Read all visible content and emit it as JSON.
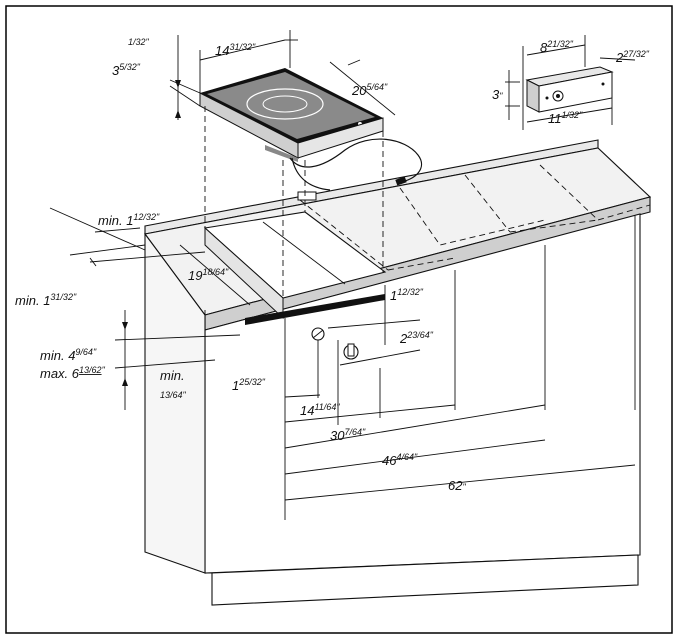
{
  "dimensions": {
    "cooktop_width": {
      "whole": "14",
      "frac": "31/32",
      "unit": "\""
    },
    "cooktop_depth": {
      "whole": "20",
      "frac": "5/64",
      "unit": "\""
    },
    "cooktop_height": {
      "whole": "3",
      "frac": "5/32",
      "unit": "\""
    },
    "cooktop_glass": {
      "whole": "",
      "frac": "1/32",
      "unit": "\""
    },
    "box_width": {
      "whole": "8",
      "frac": "21/32",
      "unit": "\""
    },
    "box_depth": {
      "whole": "2",
      "frac": "27/32",
      "unit": "\""
    },
    "box_height": {
      "whole": "3",
      "frac": "",
      "unit": "\""
    },
    "box_length": {
      "whole": "11",
      "frac": "1/32",
      "unit": "\""
    },
    "edge_min": {
      "prefix": "min.",
      "whole": "1",
      "frac": "12/32",
      "unit": "\""
    },
    "side_min": {
      "prefix": "min.",
      "whole": "1",
      "frac": "31/32",
      "unit": "\""
    },
    "cutout_depth": {
      "whole": "19",
      "frac": "18/64",
      "unit": "\""
    },
    "depth_min": {
      "prefix": "min.",
      "whole": "4",
      "frac": "9/64",
      "unit": "\""
    },
    "depth_max": {
      "prefix": "max.",
      "whole": "6",
      "frac": "13/62",
      "unit": "\""
    },
    "bezel_min": {
      "prefix": "min.",
      "whole": "",
      "frac": "13/64",
      "unit": "\""
    },
    "knob_offset_a": {
      "whole": "1",
      "frac": "12/32",
      "unit": "\""
    },
    "knob_offset_b": {
      "whole": "2",
      "frac": "23/64",
      "unit": "\""
    },
    "knob_left": {
      "whole": "1",
      "frac": "25/32",
      "unit": "\""
    },
    "span_1": {
      "whole": "14",
      "frac": "11/64",
      "unit": "\""
    },
    "span_2": {
      "whole": "30",
      "frac": "7/64",
      "unit": "\""
    },
    "span_3": {
      "whole": "46",
      "frac": "4/64",
      "unit": "\""
    },
    "span_4": {
      "whole": "62",
      "frac": "",
      "unit": "\""
    }
  },
  "colors": {
    "line": "#111111",
    "fill_light": "#e9e9e9",
    "fill_mid": "#d0d0d0",
    "glass": "#8a8a8a",
    "frame": "#000000"
  }
}
